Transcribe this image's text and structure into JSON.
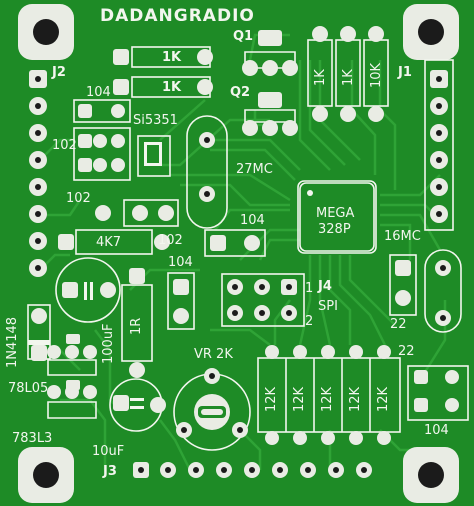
{
  "board": {
    "title": "DADANGRADIO",
    "colors": {
      "solder_mask": "#1e8b26",
      "trace": "#2fa336",
      "silkscreen": "#f2f6ee",
      "pad": "#e9ece4",
      "hole": "#1b1b1b"
    }
  },
  "labels": {
    "q1": "Q1",
    "q2": "Q2",
    "j1": "J1",
    "j2": "J2",
    "j3": "J3",
    "j4": "J4",
    "spi": "SPI",
    "one": "1",
    "two": "2",
    "r_1k_a": "1K",
    "r_1k_b": "1K",
    "r_1k_v1": "1K",
    "r_1k_v2": "1K",
    "r_10k": "10K",
    "c104_a": "104",
    "c104_b": "104",
    "c104_c": "104",
    "c104_d": "104",
    "c102_a": "102",
    "c102_b": "102",
    "c102_c": "102",
    "si5351": "Si5351",
    "xtal_27": "27MC",
    "xtal_16": "16MC",
    "mcu_line1": "MEGA",
    "mcu_line2": "328P",
    "r_4k7": "4K7",
    "r_1r": "1R",
    "c_100uf": "100uF",
    "c_10uf": "10uF",
    "diode": "1N4148",
    "reg_a": "78L05",
    "reg_b": "783L3",
    "vr": "VR 2K",
    "c22_a": "22",
    "c22_b": "22",
    "r_12k_1": "12K",
    "r_12k_2": "12K",
    "r_12k_3": "12K",
    "r_12k_4": "12K",
    "r_12k_5": "12K"
  }
}
